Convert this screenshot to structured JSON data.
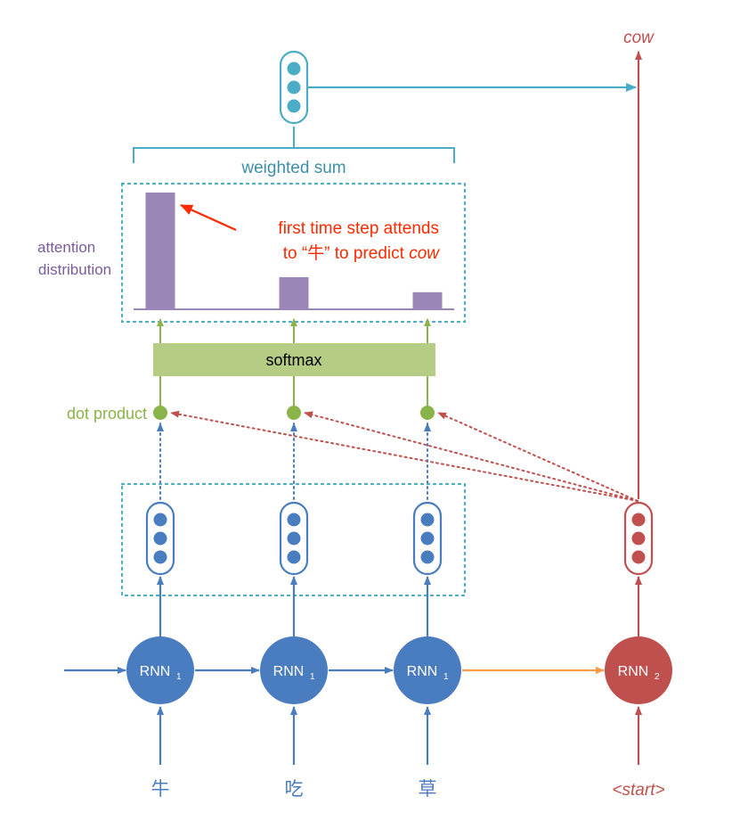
{
  "output_word": "cow",
  "start_token": "<start>",
  "weighted_sum_label": "weighted sum",
  "attention_label": {
    "line1": "attention",
    "line2": "distribution"
  },
  "annotation": {
    "line1": "first time step attends",
    "line2_prefix": "to “牛” to predict ",
    "line2_italic": "cow"
  },
  "softmax_label": "softmax",
  "dot_product_label": "dot product",
  "encoder": {
    "cell_label": "RNN",
    "cell_subscript": "1",
    "inputs": [
      "牛",
      "吃",
      "草"
    ]
  },
  "decoder": {
    "cell_label": "RNN",
    "cell_subscript": "2"
  },
  "attention_weights": [
    1.0,
    0.27,
    0.14
  ],
  "colors": {
    "encoder": "#4a7cc0",
    "decoder": "#c0504d",
    "attention_vector": "#4bacc6",
    "weighted_sum": "#3e8fa5",
    "bars": "#9b86b8",
    "attention_label": "#7a5c9e",
    "softmax_fill": "#b5cc84",
    "green": "#8ab34a",
    "orange": "#f39c4a",
    "annotation": "#ff2a00",
    "input_text": "#4a7cc0"
  }
}
